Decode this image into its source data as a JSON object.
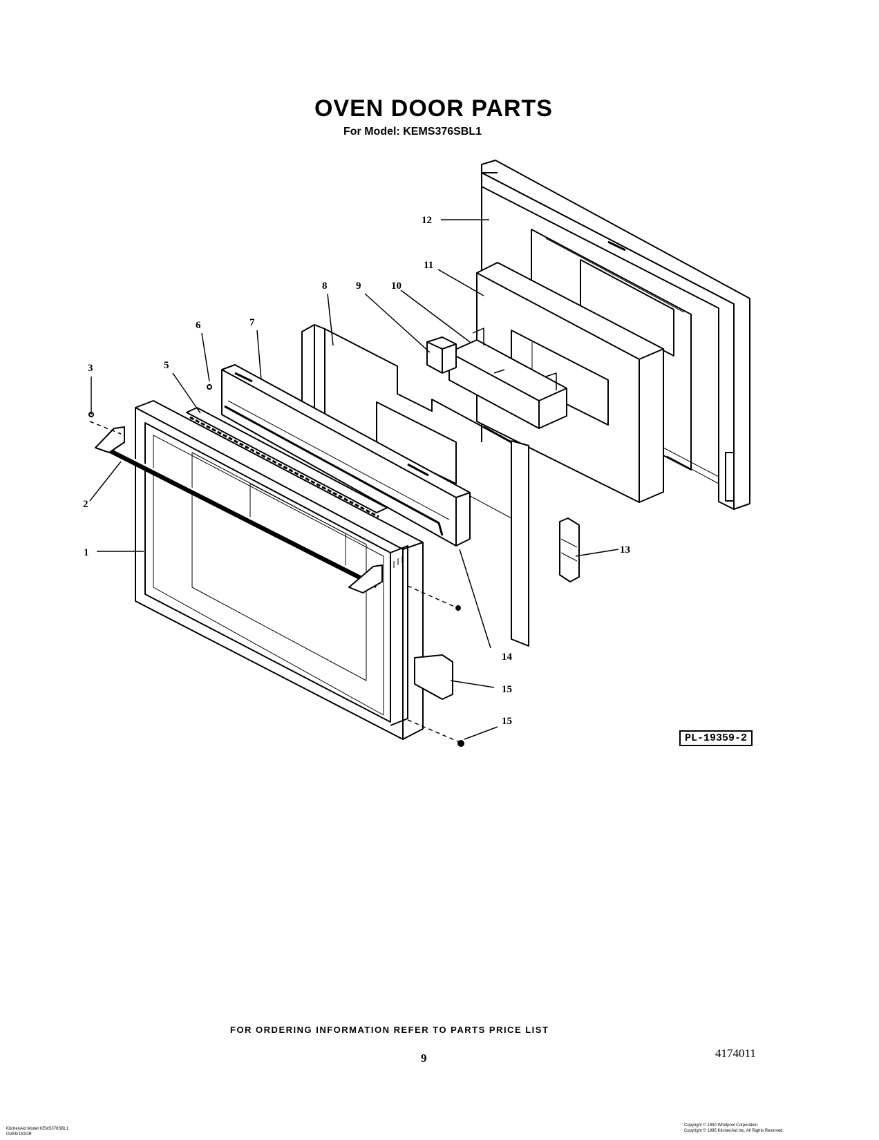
{
  "header": {
    "title": "OVEN DOOR PARTS",
    "model_line": "For Model: KEMS376SBL1"
  },
  "callouts": {
    "c1": "1",
    "c2": "2",
    "c3": "3",
    "c5": "5",
    "c6": "6",
    "c7": "7",
    "c8": "8",
    "c9": "9",
    "c10": "10",
    "c11": "11",
    "c12": "12",
    "c13": "13",
    "c14": "14",
    "c15": "15",
    "c16": "15"
  },
  "plate_id": "PL-19359-2",
  "footer": {
    "ordering_info": "FOR ORDERING INFORMATION REFER TO PARTS PRICE LIST",
    "page_number": "9",
    "document_number": "4174011",
    "copyright_line1": "Copyright © 1990 Whirlpool Corporation",
    "copyright_line2": "Copyright © 1995 KitchenAid Inc.  All Rights Reserved.",
    "model_footer_line1": "KitchenAid Model KEMS376SBL1",
    "model_footer_line2": "OVEN DOOR"
  }
}
